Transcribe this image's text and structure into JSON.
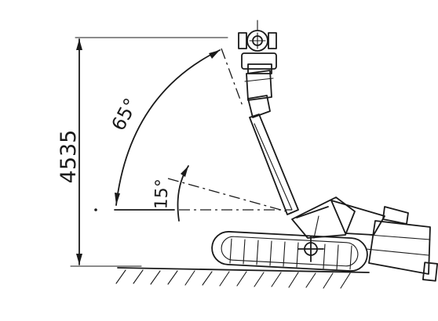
{
  "drawing": {
    "height_dimension": "4535",
    "angle_upper": "65°",
    "angle_lower": "15°"
  }
}
